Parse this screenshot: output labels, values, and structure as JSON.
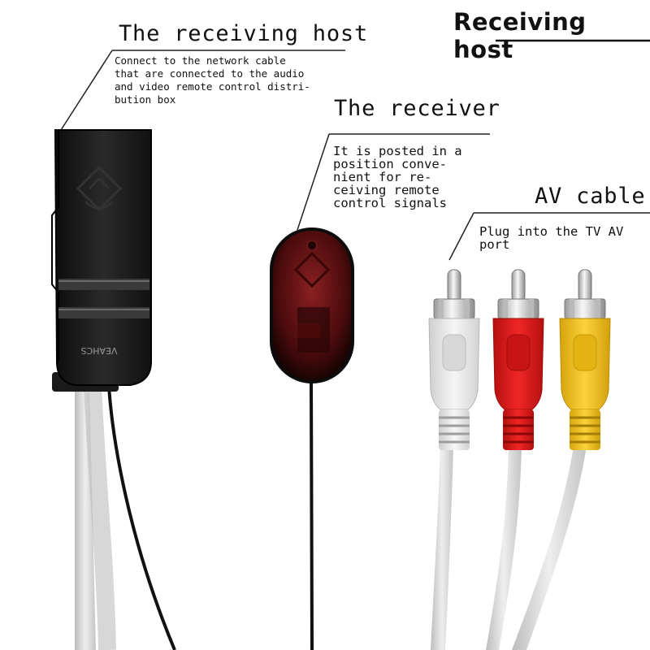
{
  "corner_title": "Receiving host",
  "callouts": {
    "receiving_host": {
      "title": "The receiving host",
      "description": "Connect to the network cable\nthat are connected to the audio\nand video remote control distri-\nbution box"
    },
    "receiver": {
      "title": "The receiver",
      "description": "It is posted in a\nposition conve-\nnient for re-\nceiving remote\ncontrol signals"
    },
    "av_cable": {
      "title": "AV cable",
      "description": "Plug into the TV AV\nport"
    }
  },
  "host_label_text": "VEAHCS",
  "colors": {
    "host_body": "#1b1b1b",
    "receiver_body": "#5a0f10",
    "plug_white": "#ececec",
    "plug_red": "#e01818",
    "plug_yellow": "#f0c419",
    "cable_grey": "#d4d4d4"
  }
}
